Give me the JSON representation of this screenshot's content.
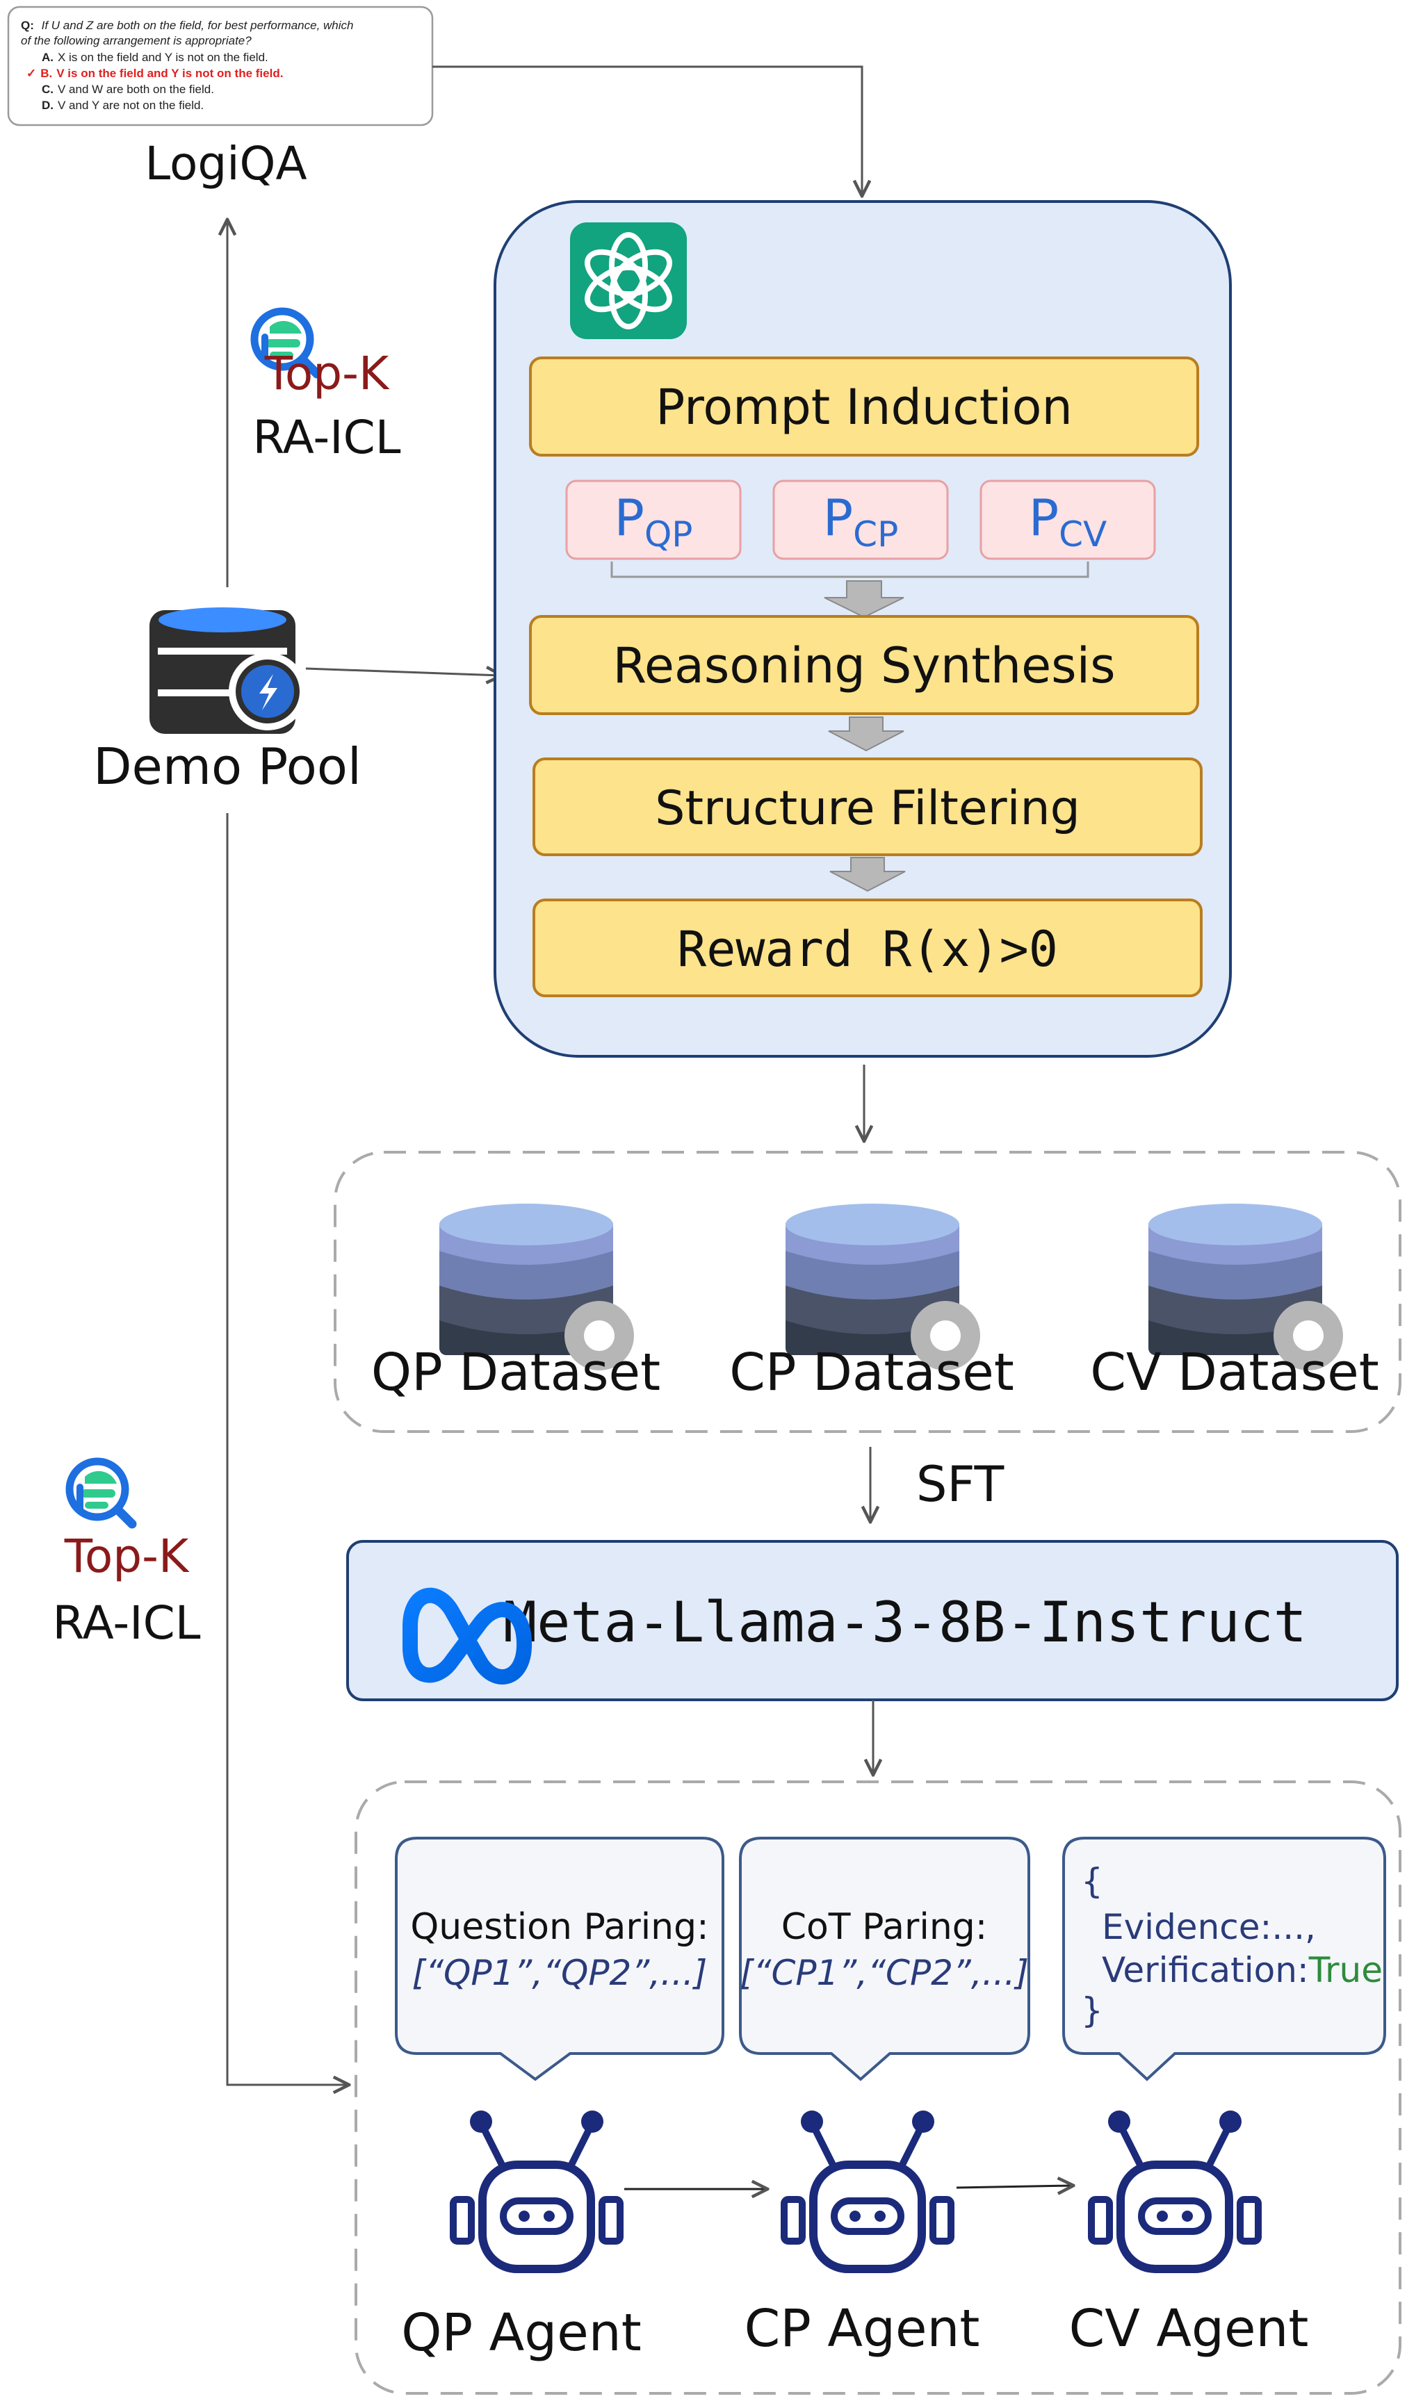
{
  "logiqa": {
    "question": "Q: If U and Z are both on the field, for best performance, which of the following arrangement is appropriate?",
    "question_prefix": "Q:",
    "question_line1": "If U and Z are both on the field, for best performance, which",
    "question_line2": "of the following arrangement is appropriate?",
    "options": [
      {
        "letter": "A.",
        "text": "X is on the field and Y is not on the field.",
        "correct": false
      },
      {
        "letter": "B.",
        "text": "V is on the field and Y is not on the field.",
        "correct": true
      },
      {
        "letter": "C.",
        "text": "V and W are both on the field.",
        "correct": false
      },
      {
        "letter": "D.",
        "text": "V and Y are not on the field.",
        "correct": false
      }
    ],
    "check_mark": "✓",
    "label": "LogiQA"
  },
  "retrieval_top": {
    "topk": "Top-K",
    "method": "RA-ICL"
  },
  "retrieval_left": {
    "topk": "Top-K",
    "method": "RA-ICL"
  },
  "demo_pool": {
    "label": "Demo Pool"
  },
  "pipeline": {
    "prompt_induction": "Prompt Induction",
    "prompts": [
      {
        "base": "P",
        "sub": "QP"
      },
      {
        "base": "P",
        "sub": "CP"
      },
      {
        "base": "P",
        "sub": "CV"
      }
    ],
    "reasoning_synthesis": "Reasoning Synthesis",
    "structure_filtering": "Structure Filtering",
    "reward": "Reward R(x)>0"
  },
  "datasets": [
    "QP Dataset",
    "CP Dataset",
    "CV Dataset"
  ],
  "sft_label": "SFT",
  "model": {
    "name": "Meta-Llama-3-8B-Instruct"
  },
  "bubbles": {
    "qp": {
      "title": "Question Paring:",
      "body": "[“QP1”,“QP2”,...]"
    },
    "cp": {
      "title": "CoT Paring:",
      "body": "[“CP1”,“CP2”,...]"
    },
    "cv": {
      "open": "{",
      "evidence": "Evidence:...,",
      "verification_key": "Verification:",
      "verification_value": "True",
      "close": "}"
    }
  },
  "agents": [
    "QP Agent",
    "CP Agent",
    "CV Agent"
  ],
  "colors": {
    "gpt_green": "#12A37F",
    "step_fill": "#FCE38C",
    "step_border": "#B97D1F",
    "prompt_fill": "#FDE3E4",
    "prompt_border": "#E8A0A4",
    "prompt_text": "#2A6BD2",
    "panel_fill": "#E0EAF9",
    "panel_border": "#1F3F73",
    "topk_red": "#8B1A1A",
    "agent_navy": "#1B2A7A",
    "true_green": "#2E8B3C",
    "correct_red": "#E0201F"
  }
}
